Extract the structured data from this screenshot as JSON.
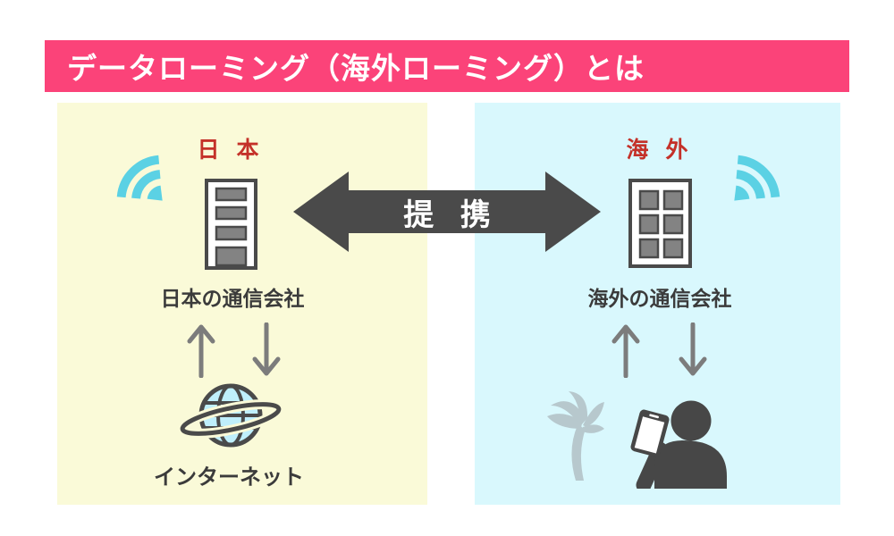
{
  "header": {
    "title": "データローミング（海外ローミング）とは"
  },
  "partnership": {
    "label": "提 携"
  },
  "japan": {
    "region_label": "日 本",
    "company_label": "日本の通信会社",
    "internet_label": "インターネット"
  },
  "overseas": {
    "region_label": "海 外",
    "company_label": "海外の通信会社"
  },
  "icons": {
    "japan_wifi": "wifi-signal-icon",
    "japan_building": "telecom-building-icon",
    "internet_globe": "globe-orbit-icon",
    "up_arrow": "upload-arrow-icon",
    "down_arrow": "download-arrow-icon",
    "partnership_arrow": "double-headed-arrow-icon",
    "overseas_wifi": "wifi-signal-icon",
    "overseas_building": "telecom-building-icon",
    "palm_tree": "palm-tree-icon",
    "traveler": "person-with-smartphone-icon"
  },
  "colors": {
    "header_bg": "#fb4379",
    "header_text": "#ffffff",
    "japan_panel_bg": "#fafad8",
    "overseas_panel_bg": "#d9f8fd",
    "region_label_red": "#c43129",
    "dark_text": "#3b3b3b",
    "arrow_dark": "#4a4a4a",
    "flow_arrow_gray": "#7c7c7c",
    "wifi_teal": "#5bd1e4",
    "palm_gray": "#b7c8cd",
    "globe_fill": "#bfeffc",
    "window_gray": "#838383"
  }
}
